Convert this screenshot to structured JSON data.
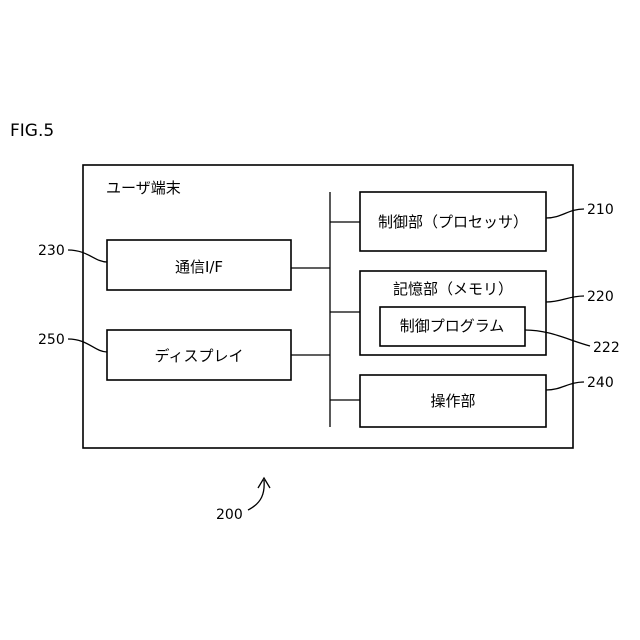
{
  "figure_label": "FIG.5",
  "device": {
    "ref": "200",
    "title": "ユーザ端末"
  },
  "blocks": {
    "comm_if": {
      "label": "通信I/F",
      "ref": "230"
    },
    "display": {
      "label": "ディスプレイ",
      "ref": "250"
    },
    "processor": {
      "label": "制御部（プロセッサ）",
      "ref": "210"
    },
    "memory": {
      "label": "記憶部（メモリ）",
      "ref": "220"
    },
    "control_program": {
      "label": "制御プログラム",
      "ref": "222"
    },
    "operation": {
      "label": "操作部",
      "ref": "240"
    }
  }
}
